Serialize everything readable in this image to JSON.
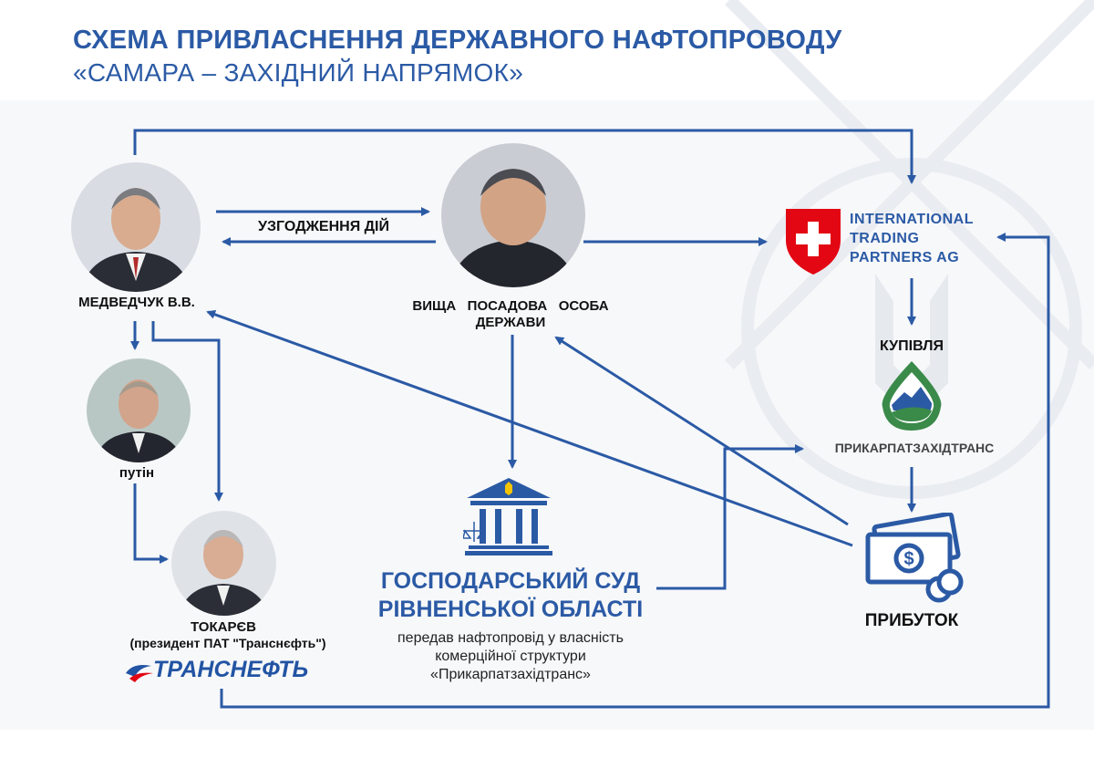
{
  "title": {
    "line1": "СХЕМА ПРИВЛАСНЕННЯ ДЕРЖАВНОГО НАФТОПРОВОДУ",
    "line2": "«САМАРА – ЗАХІДНИЙ НАПРЯМОК»"
  },
  "nodes": {
    "medvedchuk": "МЕДВЕДЧУК В.В.",
    "official_line1": "ВИЩА   ПОСАДОВА   ОСОБА",
    "official_line2": "ДЕРЖАВИ",
    "putin": "путін",
    "tokarev_name": "ТОКАРЄВ",
    "tokarev_role": "(президент ПАТ \"Транснєфть\")",
    "transneft_logo": "ТРАНСНЕФТЬ",
    "itp_line1": "INTERNATIONAL",
    "itp_line2": "TRADING",
    "itp_line3": "PARTNERS AG",
    "purchase": "КУПІВЛЯ",
    "prykarpat": "ПРИКАРПАТЗАХІДТРАНС",
    "profit": "ПРИБУТОК",
    "court_line1": "ГОСПОДАРСЬКИЙ СУД",
    "court_line2": "РІВНЕНСЬКОЇ ОБЛАСТІ",
    "court_note_line1": "передав нафтопровід у власність",
    "court_note_line2": "комерційної структури",
    "court_note_line3": "«Прикарпатзахідтранс»"
  },
  "edges": {
    "coordination": "УЗГОДЖЕННЯ ДІЙ"
  },
  "colors": {
    "accent": "#2b5aa5",
    "swiss_red": "#e30613",
    "green": "#3a8a4a"
  }
}
